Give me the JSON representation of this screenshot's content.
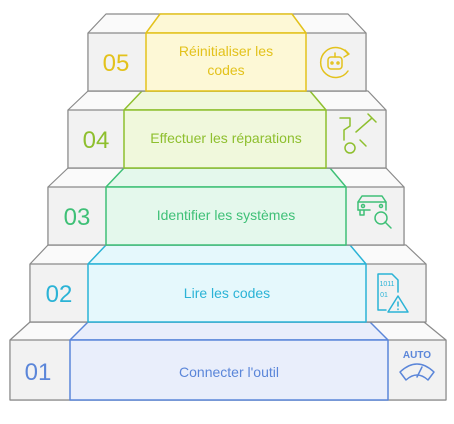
{
  "steps": [
    {
      "number": "01",
      "label": "Connecter l'outil",
      "icon": "auto-gauge-icon",
      "color": "#5b86d9",
      "fill": "#e9eefb"
    },
    {
      "number": "02",
      "label": "Lire les codes",
      "icon": "binary-file-warning-icon",
      "color": "#2bb3d6",
      "fill": "#e5f8fc"
    },
    {
      "number": "03",
      "label": "Identifier les systèmes",
      "icon": "car-search-icon",
      "color": "#3fc077",
      "fill": "#e4f8ec"
    },
    {
      "number": "04",
      "label": "Effectuer les réparations",
      "icon": "wrench-tools-icon",
      "color": "#8ebf2e",
      "fill": "#f0f8dc"
    },
    {
      "number": "05",
      "label_lines": [
        "Réinitialiser les",
        "codes"
      ],
      "icon": "reset-robot-icon",
      "color": "#e3c21c",
      "fill": "#fdf8d6"
    }
  ],
  "icon_texts": {
    "auto": "AUTO",
    "binary_top": "1011",
    "binary_bottom": "01"
  },
  "colors": {
    "step_fill": "#f2f2f2",
    "step_top": "#fafafa",
    "outline": "#8a8a8a"
  }
}
